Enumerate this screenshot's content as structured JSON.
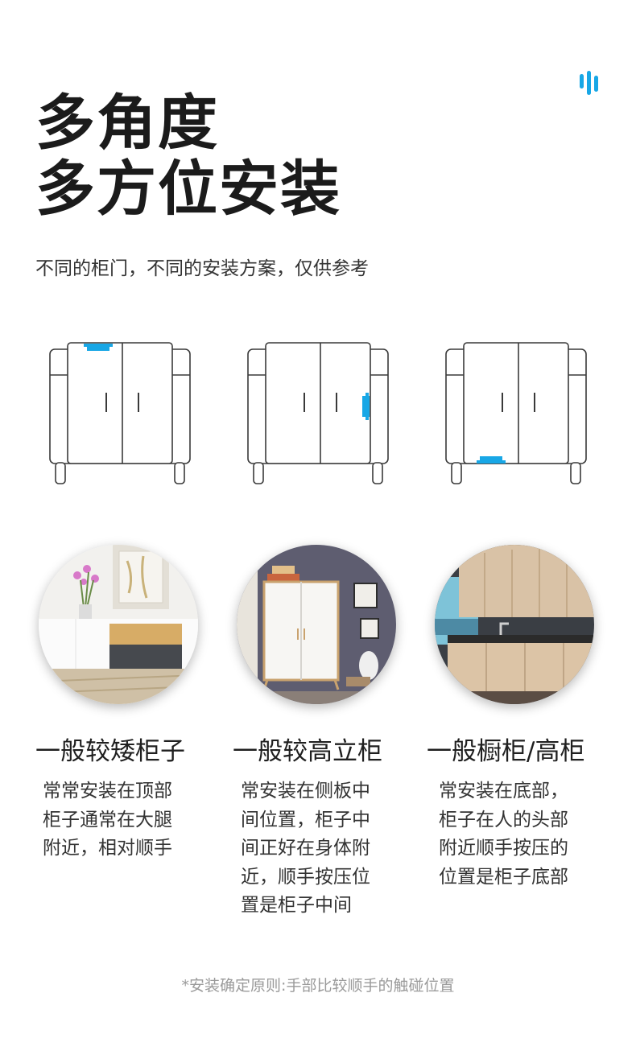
{
  "header": {
    "title_lines": [
      "多角度",
      "多方位安装"
    ],
    "subtitle": "不同的柜门，不同的安装方案，仅供参考"
  },
  "colors": {
    "accent": "#18a7e6",
    "outline": "#3a3a3a",
    "footnote": "#9a9a9a"
  },
  "brand_icon": "three-bar-logo-icon",
  "columns": [
    {
      "diagram": "cabinet-lock-top-icon",
      "photo": "low-sideboard-photo",
      "title": "一般较矮柜子",
      "desc_lines": [
        "常常安装在顶部",
        "柜子通常在大腿",
        "附近，相对顺手"
      ]
    },
    {
      "diagram": "cabinet-lock-side-icon",
      "photo": "tall-wardrobe-photo",
      "title": "一般较高立柜",
      "desc_lines": [
        "常安装在侧板中",
        "间位置，柜子中",
        "间正好在身体附",
        "近，顺手按压位",
        "置是柜子中间"
      ]
    },
    {
      "diagram": "cabinet-lock-bottom-icon",
      "photo": "kitchen-cabinet-photo",
      "title": "一般橱柜/高柜",
      "desc_lines": [
        "常安装在底部，",
        "柜子在人的头部",
        "附近顺手按压的",
        "位置是柜子底部"
      ]
    }
  ],
  "footnote": "*安装确定原则:手部比较顺手的触碰位置"
}
